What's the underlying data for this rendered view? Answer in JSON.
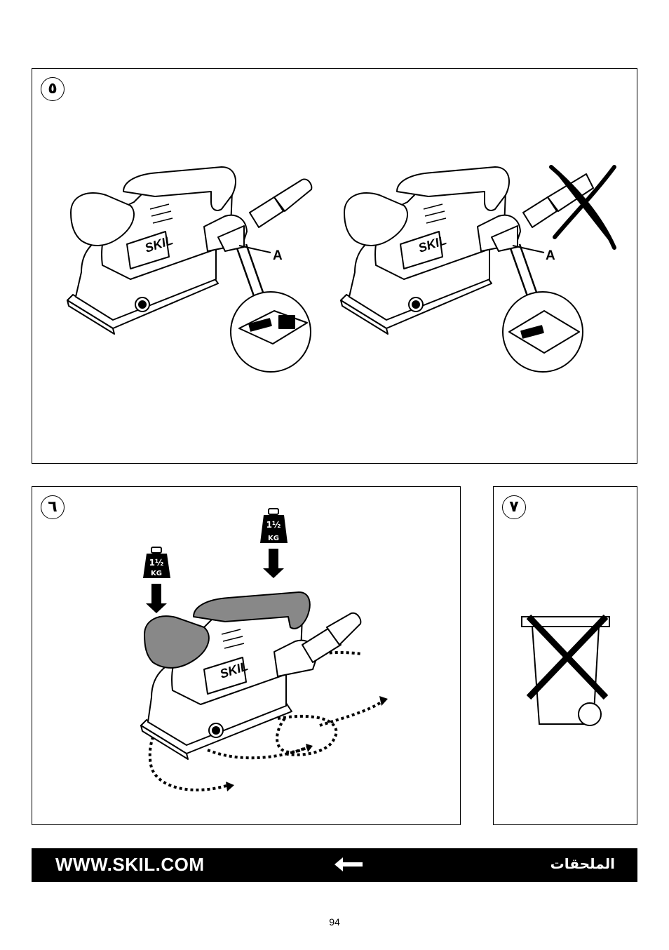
{
  "panels": {
    "p5": {
      "number": "٥",
      "label_a_left": "A",
      "label_a_right": "A"
    },
    "p6": {
      "number": "٦",
      "weight_top": "1½",
      "weight_unit": "KG"
    },
    "p7": {
      "number": "٧"
    }
  },
  "sander": {
    "brand": "SKIL"
  },
  "footer": {
    "url": "WWW.SKIL.COM",
    "section_title": "الملحقات"
  },
  "page_number": "94"
}
